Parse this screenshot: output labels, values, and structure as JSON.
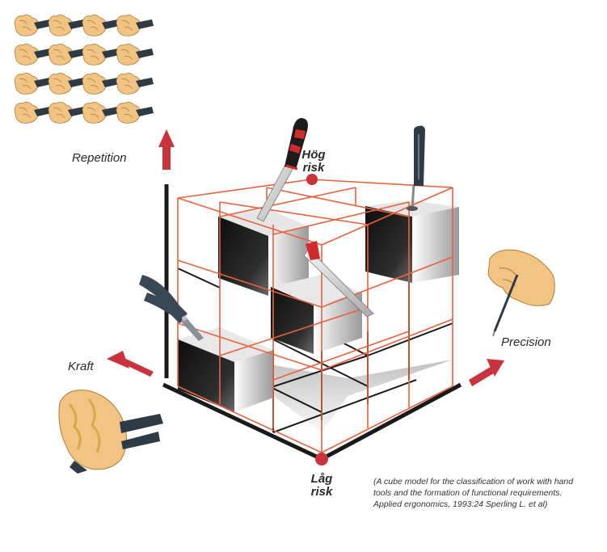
{
  "labels": {
    "repetition": "Repetition",
    "precision": "Precision",
    "kraft": "Kraft",
    "hog": "Hög",
    "hog_risk": "risk",
    "lag": "Låg",
    "lag_risk": "risk"
  },
  "caption": {
    "line1": "(A cube model for the classification of work with hand",
    "line2": "tools and the formation of functional requirements.",
    "line3": "Applied ergonomics, 1993:24 Sperling L. et al)"
  },
  "colors": {
    "grid_red": "#e8623e",
    "grid_black": "#1a1a1a",
    "arrow_red": "#c8333c",
    "risk_dot": "#c8333c",
    "skin": "#f2c483",
    "handle": "#2e3a44"
  },
  "icons": [
    "repetition-hands-icon",
    "knife-icon",
    "screwdriver-icon",
    "pliers-icon",
    "precision-hand-icon",
    "force-hand-icon"
  ]
}
